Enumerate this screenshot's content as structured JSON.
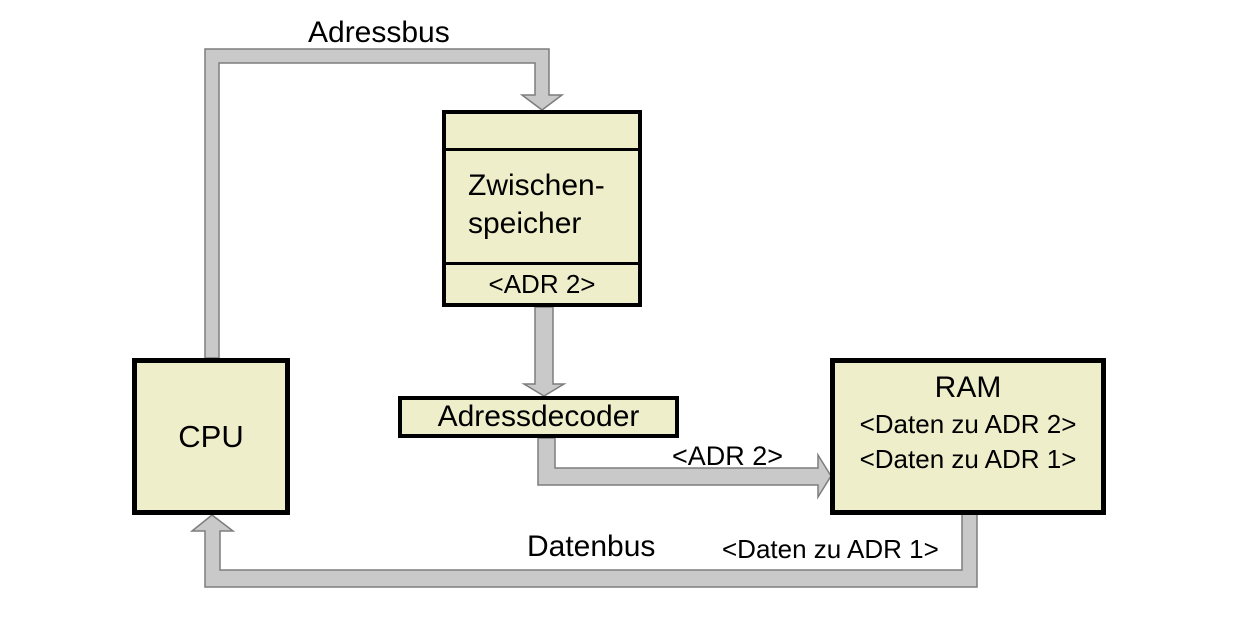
{
  "diagram": {
    "colors": {
      "box_fill": "#eeeecb",
      "box_border": "#000000",
      "bus_fill": "#c9c9c9",
      "bus_outline": "#7d7d7d",
      "background": "#ffffff",
      "text": "#000000"
    },
    "nodes": {
      "cpu": {
        "label": "CPU"
      },
      "buffer": {
        "label_line1": "Zwischen-",
        "label_line2": "speicher",
        "slot": "<ADR 2>"
      },
      "decoder": {
        "label": "Adressdecoder"
      },
      "ram": {
        "label": "RAM",
        "row1": "<Daten zu ADR 2>",
        "row2": "<Daten zu ADR 1>"
      }
    },
    "buses": {
      "address_bus": {
        "label": "Adressbus"
      },
      "adr2_line": {
        "label": "<ADR 2>"
      },
      "data_bus": {
        "label": "Datenbus",
        "annotation": "<Daten zu ADR 1>"
      }
    }
  }
}
